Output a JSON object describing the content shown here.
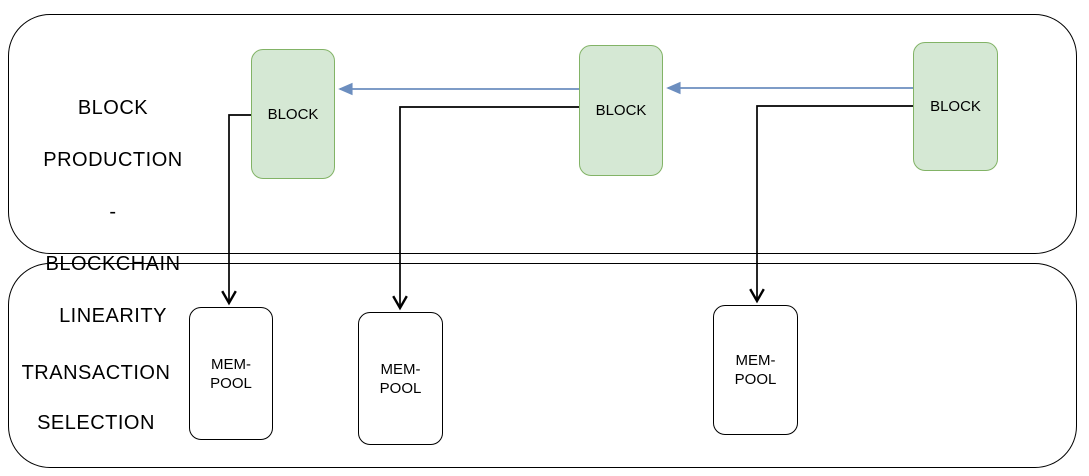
{
  "diagram": {
    "type": "flow-diagram",
    "sections": [
      {
        "name": "block-production",
        "title_lines": [
          "BLOCK",
          "PRODUCTION",
          "-",
          "BLOCKCHAIN",
          "LINEARITY"
        ]
      },
      {
        "name": "transaction-selection",
        "title_lines": [
          "TRANSACTION",
          "SELECTION"
        ]
      }
    ],
    "blocks": [
      {
        "label": "BLOCK"
      },
      {
        "label": "BLOCK"
      },
      {
        "label": "BLOCK"
      }
    ],
    "mempools": [
      {
        "line1": "MEM-",
        "line2": "POOL"
      },
      {
        "line1": "MEM-",
        "line2": "POOL"
      },
      {
        "line1": "MEM-",
        "line2": "POOL"
      }
    ],
    "edges": [
      {
        "from": "block-2",
        "to": "block-1",
        "style": "chain-arrow"
      },
      {
        "from": "block-3",
        "to": "block-2",
        "style": "chain-arrow"
      },
      {
        "from": "block-1",
        "to": "mempool-1",
        "style": "selection-arrow"
      },
      {
        "from": "block-2",
        "to": "mempool-2",
        "style": "selection-arrow"
      },
      {
        "from": "block-3",
        "to": "mempool-3",
        "style": "selection-arrow"
      }
    ],
    "colors": {
      "block_fill": "#d5e8d4",
      "block_border": "#82b366",
      "chain_arrow": "#6c8ebf",
      "connector": "#000000",
      "lane_border": "#000000",
      "background": "#ffffff"
    }
  }
}
